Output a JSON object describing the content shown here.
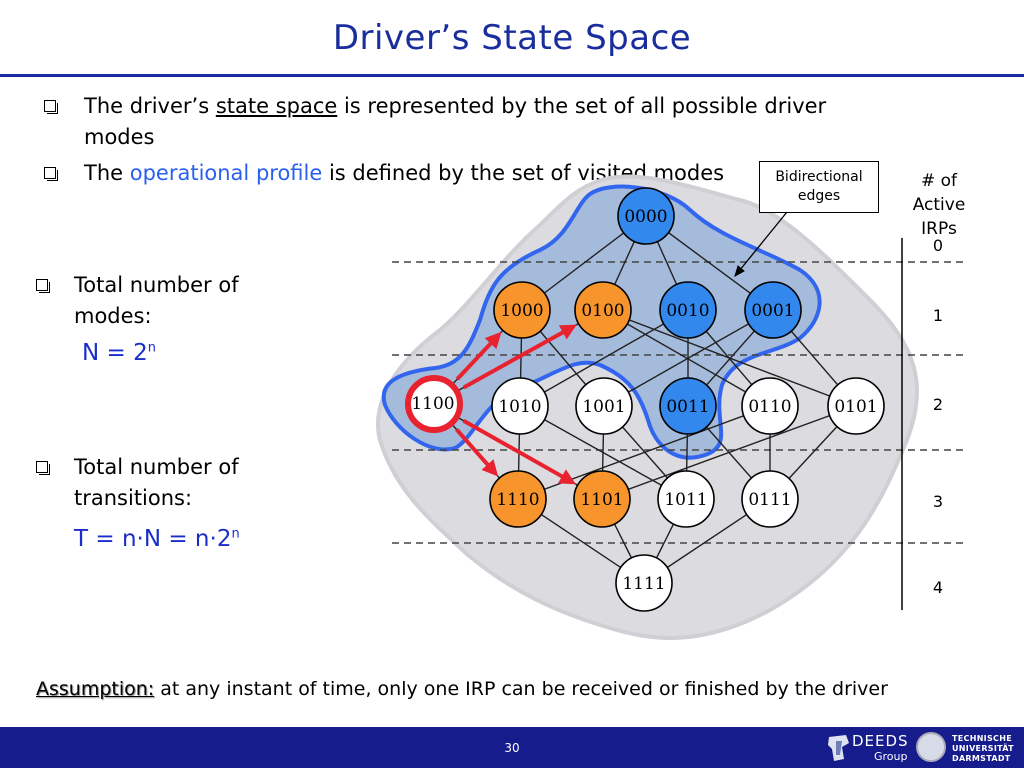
{
  "title": "Driver’s State Space",
  "bullets": {
    "b1_pre": "The driver’s ",
    "b1_u": "state space",
    "b1_post": " is represented by the set of all possible driver",
    "b1_line2": "modes",
    "b2_pre": "The ",
    "b2_blue": "operational profile",
    "b2_post": " is defined by the set of visited modes",
    "b3_line1": "Total number of",
    "b3_line2": "modes:",
    "b4_line1": "Total number of",
    "b4_line2": "transitions:"
  },
  "formulas": {
    "n_text": "N = 2",
    "n_sup": "n",
    "t_text": "T = n·N = n·2",
    "t_sup": "n"
  },
  "callout": {
    "line1": "Bidirectional",
    "line2": "edges"
  },
  "irp_header": {
    "l1": "# of",
    "l2": "Active",
    "l3": "IRPs"
  },
  "irp_levels": [
    "0",
    "1",
    "2",
    "3",
    "4"
  ],
  "nodes": {
    "n0000": "0000",
    "n1000": "1000",
    "n0100": "0100",
    "n0010": "0010",
    "n0001": "0001",
    "n1100": "1100",
    "n1010": "1010",
    "n1001": "1001",
    "n0011": "0011",
    "n0110": "0110",
    "n0101": "0101",
    "n1110": "1110",
    "n1101": "1101",
    "n1011": "1011",
    "n0111": "0111",
    "n1111": "1111"
  },
  "colors": {
    "orange": "#f7942c",
    "blue": "#3388ee",
    "red": "#e8222e",
    "footer": "#161c8c",
    "title": "#1a2d9c"
  },
  "assumption": {
    "label": "Assumption:",
    "text": " at any instant of time, only one IRP can be received or finished by the driver"
  },
  "footer": {
    "page": "30",
    "deeds1": "DEEDS",
    "deeds2": "Group",
    "tud1": "TECHNISCHE",
    "tud2": "UNIVERSITÄT",
    "tud3": "DARMSTADT"
  }
}
